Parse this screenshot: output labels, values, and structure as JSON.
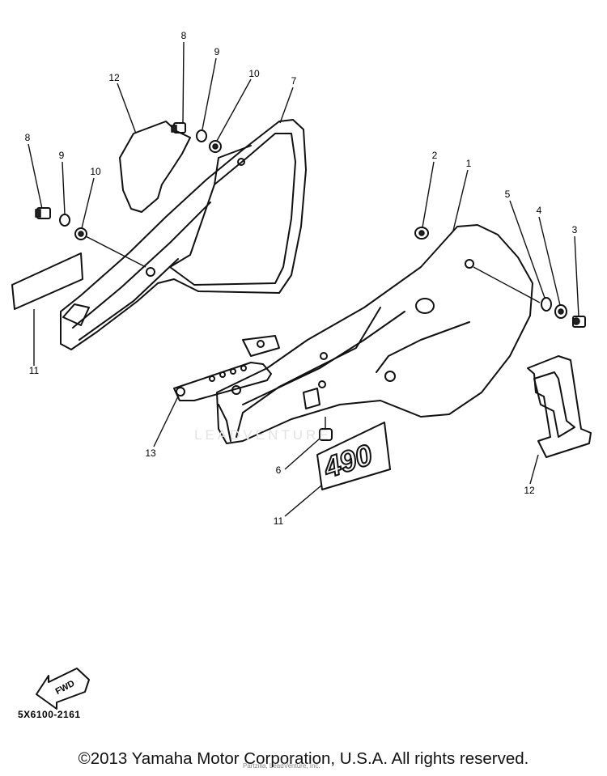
{
  "callouts": {
    "c8a": "8",
    "c9a": "9",
    "c10a": "10",
    "c12a": "12",
    "c7": "7",
    "c8b": "8",
    "c9b": "9",
    "c10b": "10",
    "c11a": "11",
    "c2": "2",
    "c1": "1",
    "c5": "5",
    "c4": "4",
    "c3": "3",
    "c13": "13",
    "c6": "6",
    "c11b": "11",
    "c12b": "12"
  },
  "decal_text": "490",
  "fwd_label": "FWD",
  "diagram_code": "5X6100-2161",
  "watermark": "LEADVENTURE",
  "copyright": "©2013 Yamaha Motor Corporation, U.S.A. All rights reserved.",
  "small_credit": "Partzilla, LeadVenture, Inc."
}
